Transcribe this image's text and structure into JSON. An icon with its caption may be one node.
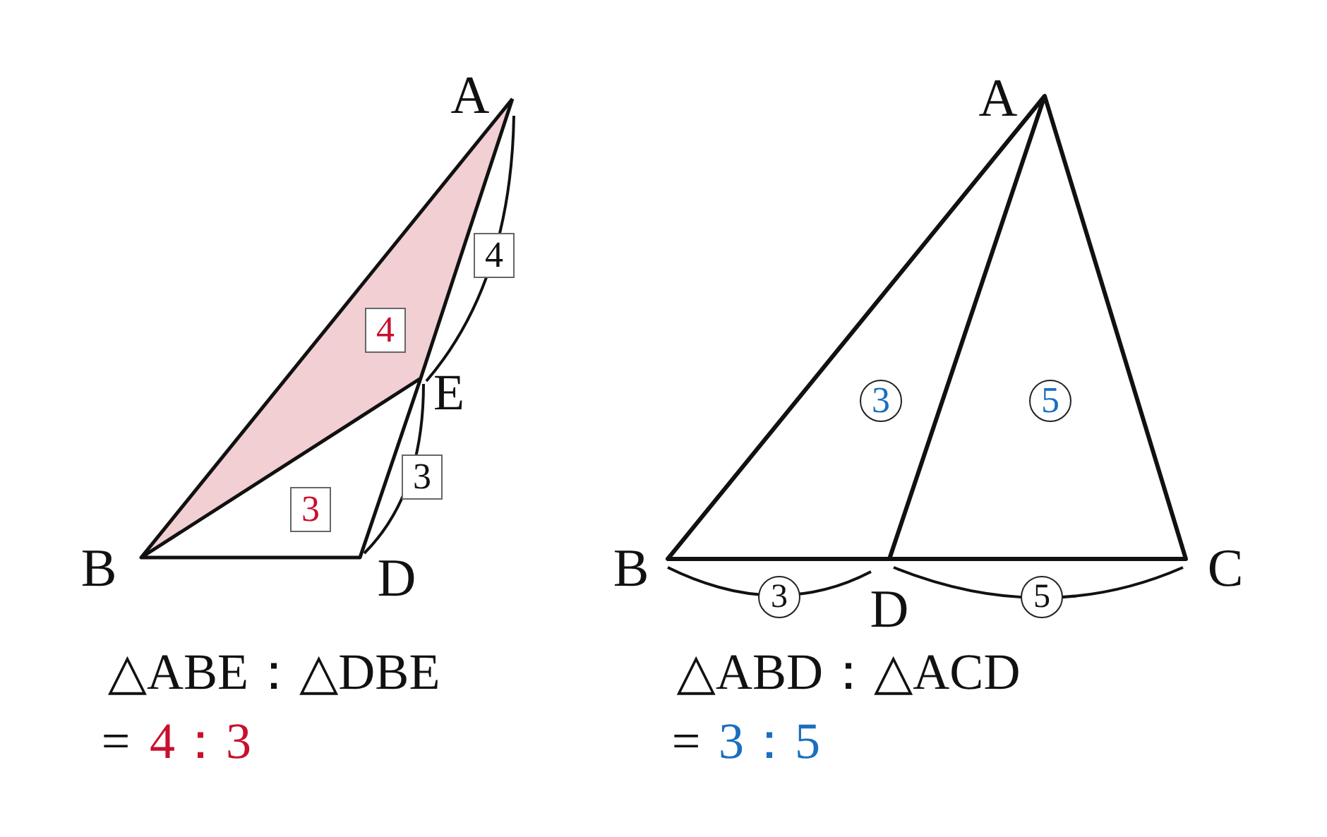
{
  "diagram": {
    "labels": [
      "A",
      "4",
      "4",
      "E",
      "3",
      "3",
      "B",
      "D",
      "A",
      "3",
      "5",
      "B",
      "C",
      "3",
      "D",
      "5",
      "△ABE：△DBE",
      "△ABD：△ACD",
      "=",
      "4：3",
      "=",
      "3：5"
    ]
  }
}
